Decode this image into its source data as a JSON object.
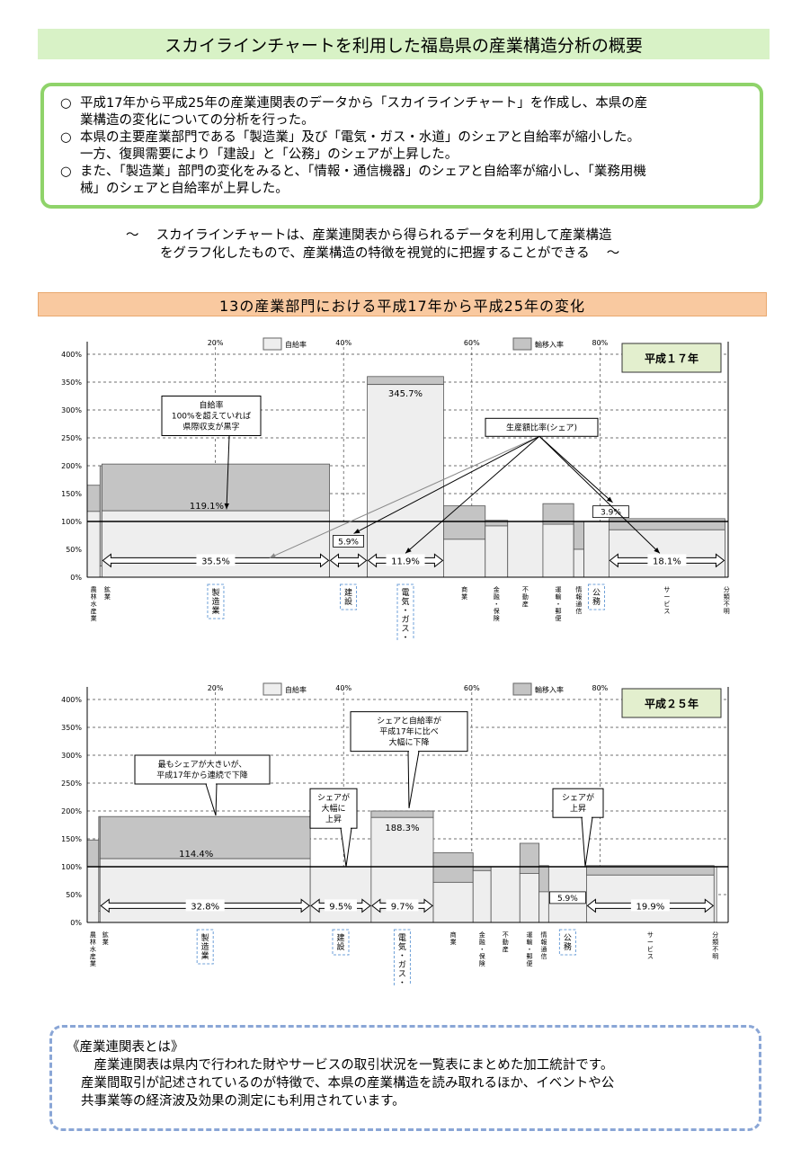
{
  "page": {
    "title": "スカイラインチャートを利用した福島県の産業構造分析の概要",
    "summary": [
      {
        "mark": "○",
        "lines": [
          "平成17年から平成25年の産業連関表のデータから「スカイラインチャート」を作成し、本県の産",
          "業構造の変化についての分析を行った。"
        ]
      },
      {
        "mark": "○",
        "lines": [
          "本県の主要産業部門である「製造業」及び「電気・ガス・水道」のシェアと自給率が縮小した。",
          "一方、復興需要により「建設」と「公務」のシェアが上昇した。"
        ]
      },
      {
        "mark": "○",
        "lines": [
          "また、「製造業」部門の変化をみると、「情報・通信機器」のシェアと自給率が縮小し、「業務用機",
          "械」のシェアと自給率が上昇した。"
        ]
      }
    ],
    "note_line1": "～　 スカイラインチャートは、産業連関表から得られるデータを利用して産業構造",
    "note_line2": "をグラフ化したもので、産業構造の特徴を視覚的に把握することができる　 ～",
    "section_title": "13の産業部門における平成17年から平成25年の変化",
    "definition_title": "《産業連関表とは》",
    "definition_lines": [
      "　産業連関表は県内で行われた財やサービスの取引状況を一覧表にまとめた加工統計です。",
      "産業間取引が記述されているのが特徴で、本県の産業構造を読み取れるほか、イベントや公",
      "共事業等の経済波及効果の測定にも利用されています。"
    ]
  },
  "colors": {
    "title_bg": "#d8f2c6",
    "summary_border": "#8fd36a",
    "section_bg": "#f9c9a0",
    "self_fill": "#eeeeee",
    "import_fill": "#c4c4c4",
    "year_badge": "#e3efce",
    "def_border": "#8aa6d6",
    "label_border": "#6fa0d8"
  },
  "chart_data": [
    {
      "type": "bar",
      "subtype": "skyline",
      "badge": "平成１７年",
      "legend": [
        "自給率",
        "輸移入率"
      ],
      "y_ticks": [
        "0%",
        "50%",
        "100%",
        "150%",
        "200%",
        "250%",
        "300%",
        "350%",
        "400%"
      ],
      "ylim": [
        0,
        400
      ],
      "x_ticks": [
        "20%",
        "40%",
        "60%",
        "80%"
      ],
      "xlim": [
        0,
        100
      ],
      "sectors": [
        {
          "label": "農林水産業",
          "share": 2.0,
          "self": 118,
          "total": 165,
          "boxed": false
        },
        {
          "label": "鉱業",
          "share": 0.3,
          "self": 20,
          "total": 200,
          "boxed": false
        },
        {
          "label": "製造業",
          "share": 35.5,
          "self": 119.1,
          "total": 203,
          "boxed": true
        },
        {
          "label": "建設",
          "share": 5.9,
          "self": 100,
          "total": 100,
          "boxed": true
        },
        {
          "label": "電気・ガス・水道",
          "share": 11.9,
          "self": 345.7,
          "total": 360,
          "boxed": true
        },
        {
          "label": "商業",
          "share": 6.5,
          "self": 68,
          "total": 128,
          "boxed": false
        },
        {
          "label": "金融・保険",
          "share": 3.5,
          "self": 92,
          "total": 102,
          "boxed": false
        },
        {
          "label": "不動産",
          "share": 5.5,
          "self": 100,
          "total": 100,
          "boxed": false
        },
        {
          "label": "運輸・郵便",
          "share": 4.8,
          "self": 95,
          "total": 132,
          "boxed": false
        },
        {
          "label": "情報通信",
          "share": 1.6,
          "self": 50,
          "total": 100,
          "boxed": false
        },
        {
          "label": "公務",
          "share": 3.9,
          "self": 100,
          "total": 100,
          "boxed": true
        },
        {
          "label": "サービス",
          "share": 18.1,
          "self": 85,
          "total": 105,
          "boxed": false
        },
        {
          "label": "分類不明",
          "share": 0.5,
          "self": 100,
          "total": 100,
          "boxed": false
        }
      ],
      "value_labels": [
        "119.1%",
        "345.7%",
        "35.5%",
        "5.9%",
        "11.9%",
        "3.9%",
        "18.1%"
      ],
      "callouts": [
        {
          "lines": [
            "自給率",
            "100%を超えていれば",
            "県際収支が黒字"
          ]
        },
        {
          "lines": [
            "生産額比率(シェア)"
          ]
        }
      ]
    },
    {
      "type": "bar",
      "subtype": "skyline",
      "badge": "平成２５年",
      "legend": [
        "自給率",
        "輸移入率"
      ],
      "y_ticks": [
        "0%",
        "50%",
        "100%",
        "150%",
        "200%",
        "250%",
        "300%",
        "350%",
        "400%"
      ],
      "ylim": [
        0,
        400
      ],
      "x_ticks": [
        "20%",
        "40%",
        "60%",
        "80%"
      ],
      "xlim": [
        0,
        100
      ],
      "sectors": [
        {
          "label": "農林水産業",
          "share": 1.8,
          "self": 100,
          "total": 148,
          "boxed": false
        },
        {
          "label": "鉱業",
          "share": 0.2,
          "self": 20,
          "total": 190,
          "boxed": false
        },
        {
          "label": "製造業",
          "share": 32.8,
          "self": 114.4,
          "total": 190,
          "boxed": true
        },
        {
          "label": "建設",
          "share": 9.5,
          "self": 100,
          "total": 100,
          "boxed": true
        },
        {
          "label": "電気・ガス・水道",
          "share": 9.7,
          "self": 188.3,
          "total": 200,
          "boxed": true
        },
        {
          "label": "商業",
          "share": 6.2,
          "self": 72,
          "total": 125,
          "boxed": false
        },
        {
          "label": "金融・保険",
          "share": 2.8,
          "self": 93,
          "total": 100,
          "boxed": false
        },
        {
          "label": "不動産",
          "share": 4.5,
          "self": 100,
          "total": 100,
          "boxed": false
        },
        {
          "label": "運輸・郵便",
          "share": 3.0,
          "self": 88,
          "total": 142,
          "boxed": false
        },
        {
          "label": "情報通信",
          "share": 1.5,
          "self": 55,
          "total": 102,
          "boxed": false
        },
        {
          "label": "公務",
          "share": 5.9,
          "self": 100,
          "total": 100,
          "boxed": true
        },
        {
          "label": "サービス",
          "share": 19.9,
          "self": 85,
          "total": 102,
          "boxed": false
        },
        {
          "label": "分類不明",
          "share": 0.4,
          "self": 100,
          "total": 100,
          "boxed": false
        }
      ],
      "value_labels": [
        "114.4%",
        "188.3%",
        "32.8%",
        "9.5%",
        "9.7%",
        "5.9%",
        "19.9%"
      ],
      "callouts": [
        {
          "lines": [
            "最もシェアが大きいが、",
            "平成17年から連続で下降"
          ]
        },
        {
          "lines": [
            "シェアと自給率が",
            "平成17年に比べ",
            "大幅に下降"
          ]
        },
        {
          "lines": [
            "シェアが",
            "大幅に",
            "上昇"
          ]
        },
        {
          "lines": [
            "シェアが",
            "上昇"
          ]
        }
      ]
    }
  ]
}
